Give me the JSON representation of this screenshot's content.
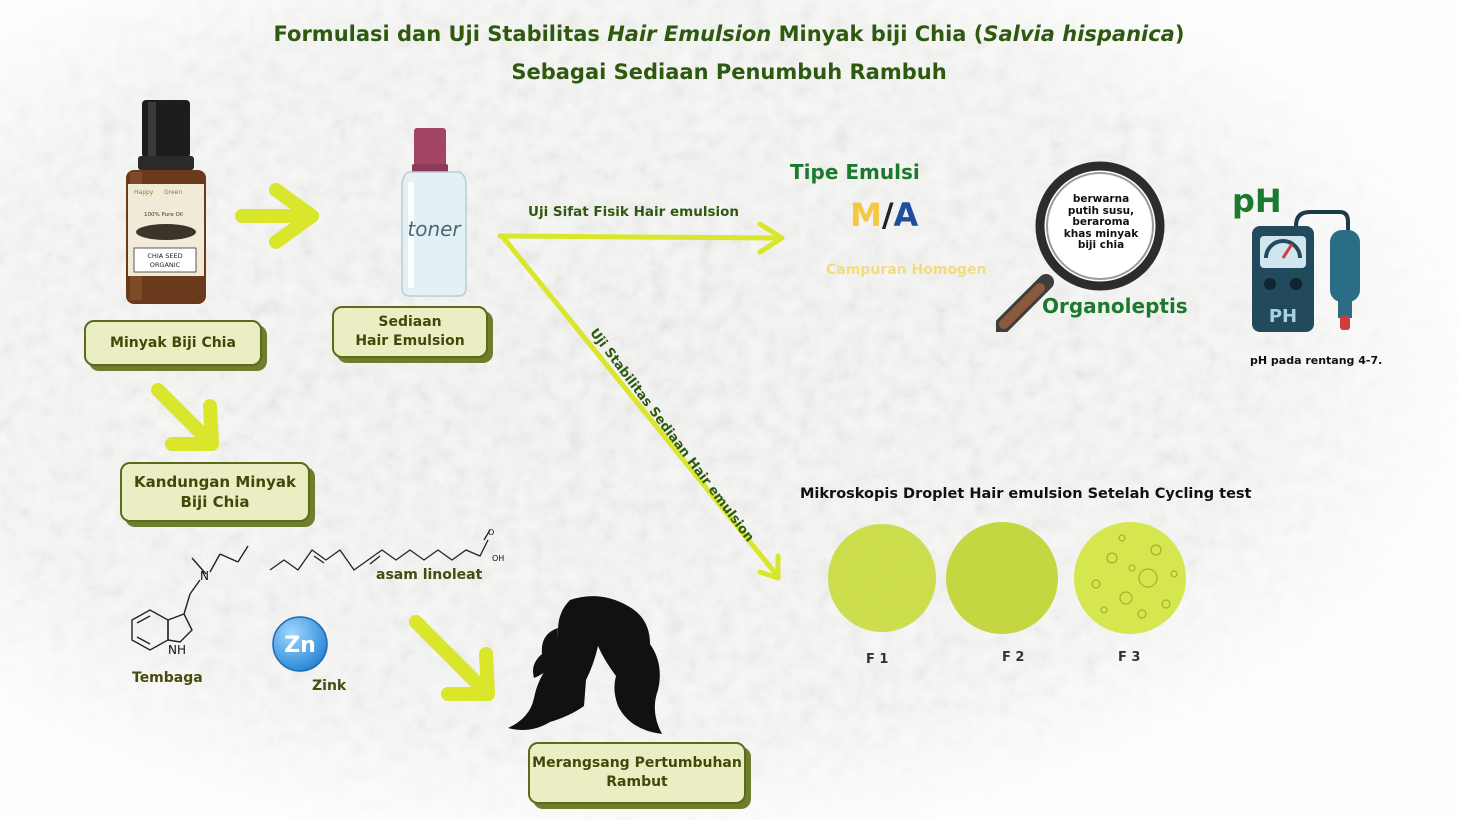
{
  "title": {
    "p1": "Formulasi dan Uji Stabilitas ",
    "p2": "Hair Emulsion",
    "p3": " Minyak biji Chia (",
    "p4": "Salvia hispanica",
    "p5": ")",
    "line2": "Sebagai Sediaan Penumbuh Rambuh"
  },
  "bottle": {
    "brand1": "Happy",
    "brand2": "Green",
    "pure": "100% Pure Oil",
    "label1": "CHIA SEED",
    "label2": "ORGANIC"
  },
  "toner_text": "toner",
  "boxes": {
    "minyak": "Minyak Biji Chia",
    "sediaan": "Sediaan\nHair Emulsion",
    "kandungan": "Kandungan Minyak\nBiji Chia",
    "merangsang": "Merangsang Pertumbuhan\nRambut"
  },
  "arrows": {
    "uji_fisik": "Uji Sifat Fisik Hair emulsion",
    "uji_stabilitas": "Uji Stabilitas Sediaan Hair  emulsion"
  },
  "tipe": {
    "heading": "Tipe Emulsi",
    "m": "M",
    "slash": "/",
    "a": "A",
    "note": "Campuran Homogen"
  },
  "organo": {
    "text": "berwarna\nputih susu,\nberaroma\nkhas minyak\nbiji chia",
    "label": "Organoleptis"
  },
  "ph": {
    "heading": "pH",
    "meter_label": "PH",
    "note": "pH pada rentang 4-7."
  },
  "micro": {
    "heading": "Mikroskopis Droplet Hair emulsion Setelah Cycling test",
    "labels": [
      "F 1",
      "F 2",
      "F 3"
    ]
  },
  "molecules": {
    "tembaga": "Tembaga",
    "nh": "NH",
    "n": "N",
    "oh": "OH",
    "o": "O",
    "linoleat": "asam linoleat",
    "zn": "Zn",
    "zink": "Zink"
  },
  "colors": {
    "title": "#2e5a10",
    "arrow": "#d9e62c",
    "box_fill": "#ebeec3",
    "box_border": "#5b6a1b",
    "green_text": "#1c7a2e",
    "m_yellow": "#f5c842",
    "a_blue": "#1f4f9c"
  }
}
